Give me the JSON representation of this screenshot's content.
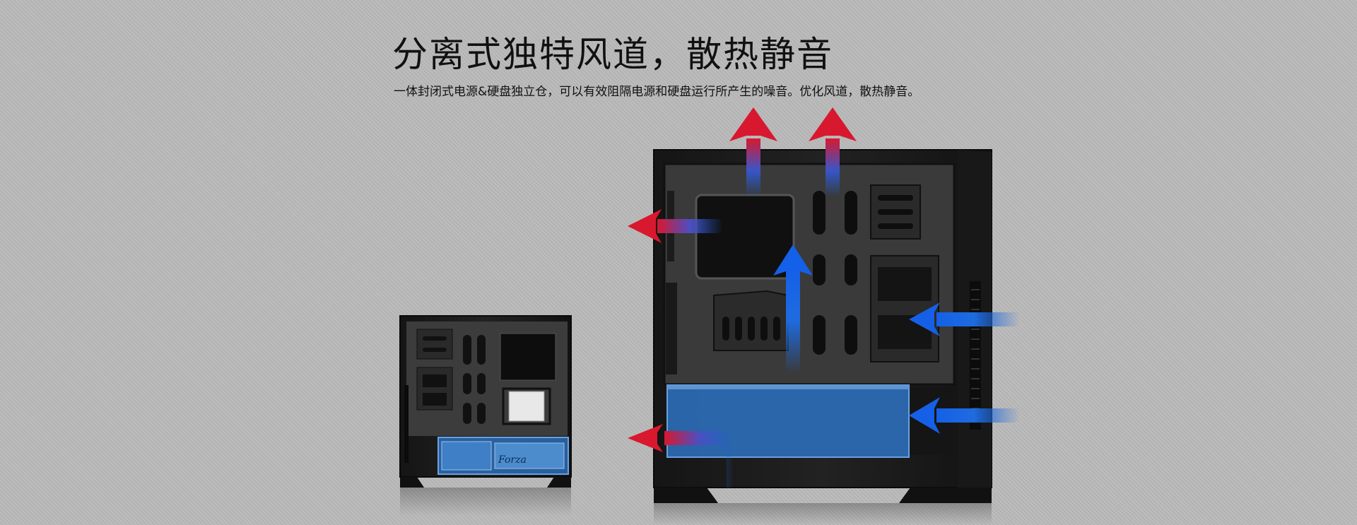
{
  "heading": {
    "title": "分离式独特风道，散热静音",
    "subtitle": "一体封闭式电源&硬盘独立仓，可以有效阻隔电源和硬盘运行所产生的噪音。优化风道，散热静音。"
  },
  "small_case": {
    "psu_label": "Forza"
  },
  "colors": {
    "hot_air": "#d0122a",
    "cool_air": "#1e6be0",
    "psu_shroud": "#2b6cb5",
    "case_body": "#1b1b1b",
    "background": "#b9b9b9"
  },
  "icons": [
    "hot-air-arrow-icon",
    "cool-air-arrow-icon"
  ]
}
